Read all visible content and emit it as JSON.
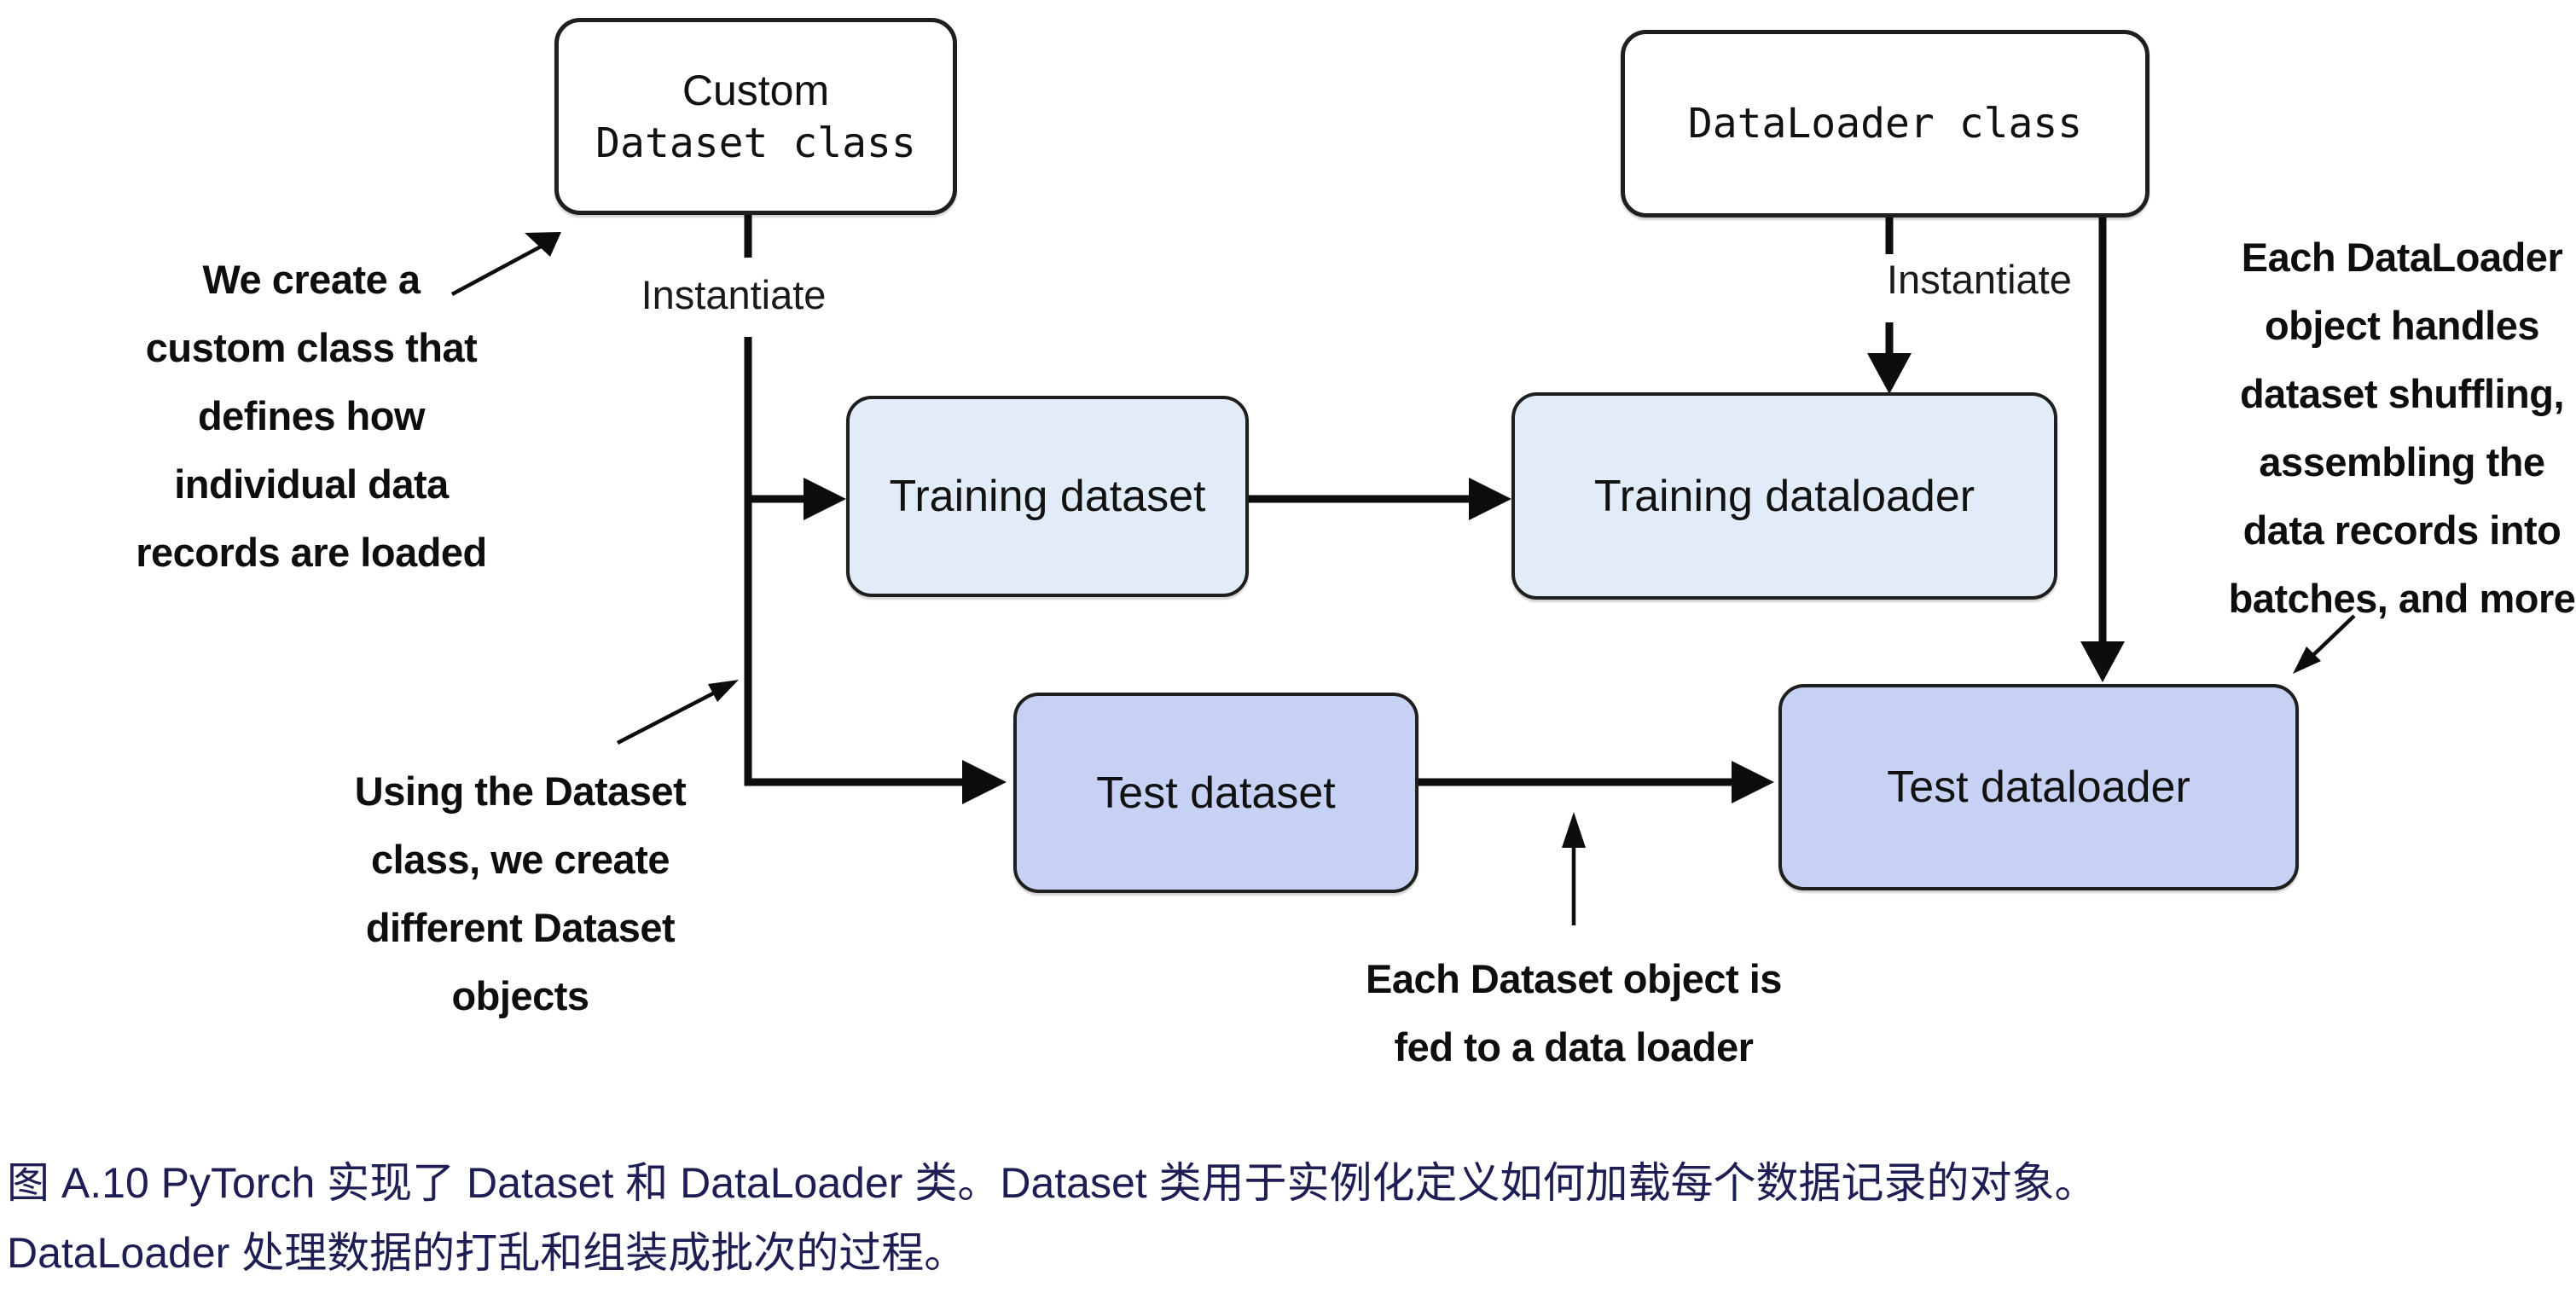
{
  "diagram": {
    "nodes": {
      "custom_dataset_class": {
        "line1": "Custom",
        "line2": "Dataset class"
      },
      "dataloader_class": {
        "label": "DataLoader class"
      },
      "training_dataset": {
        "label": "Training dataset"
      },
      "training_dataloader": {
        "label": "Training dataloader"
      },
      "test_dataset": {
        "label": "Test dataset"
      },
      "test_dataloader": {
        "label": "Test dataloader"
      }
    },
    "edge_labels": {
      "instantiate_left": "Instantiate",
      "instantiate_right": "Instantiate"
    },
    "annotations": {
      "create_custom_class": [
        "We create a",
        "custom class that",
        "defines how",
        "individual data",
        "records are loaded"
      ],
      "using_dataset_class": [
        "Using the Dataset",
        "class, we create",
        "different Dataset",
        "objects"
      ],
      "each_dataloader": [
        "Each DataLoader",
        "object handles",
        "dataset shuffling,",
        "assembling the",
        "data records into",
        "batches, and more"
      ],
      "each_dataset_fed": [
        "Each Dataset object is",
        "fed to a data loader"
      ]
    },
    "colors": {
      "training_box_fill": "#e2ecf8",
      "test_box_fill": "#c7d1f3",
      "box_border": "#1f1f1f",
      "line_color": "#0d0d0d",
      "caption_text": "#1e1e55"
    }
  },
  "caption": {
    "line1": "图 A.10 PyTorch 实现了 Dataset 和 DataLoader 类。Dataset 类用于实例化定义如何加载每个数据记录的对象。",
    "line2": "DataLoader 处理数据的打乱和组装成批次的过程。"
  }
}
